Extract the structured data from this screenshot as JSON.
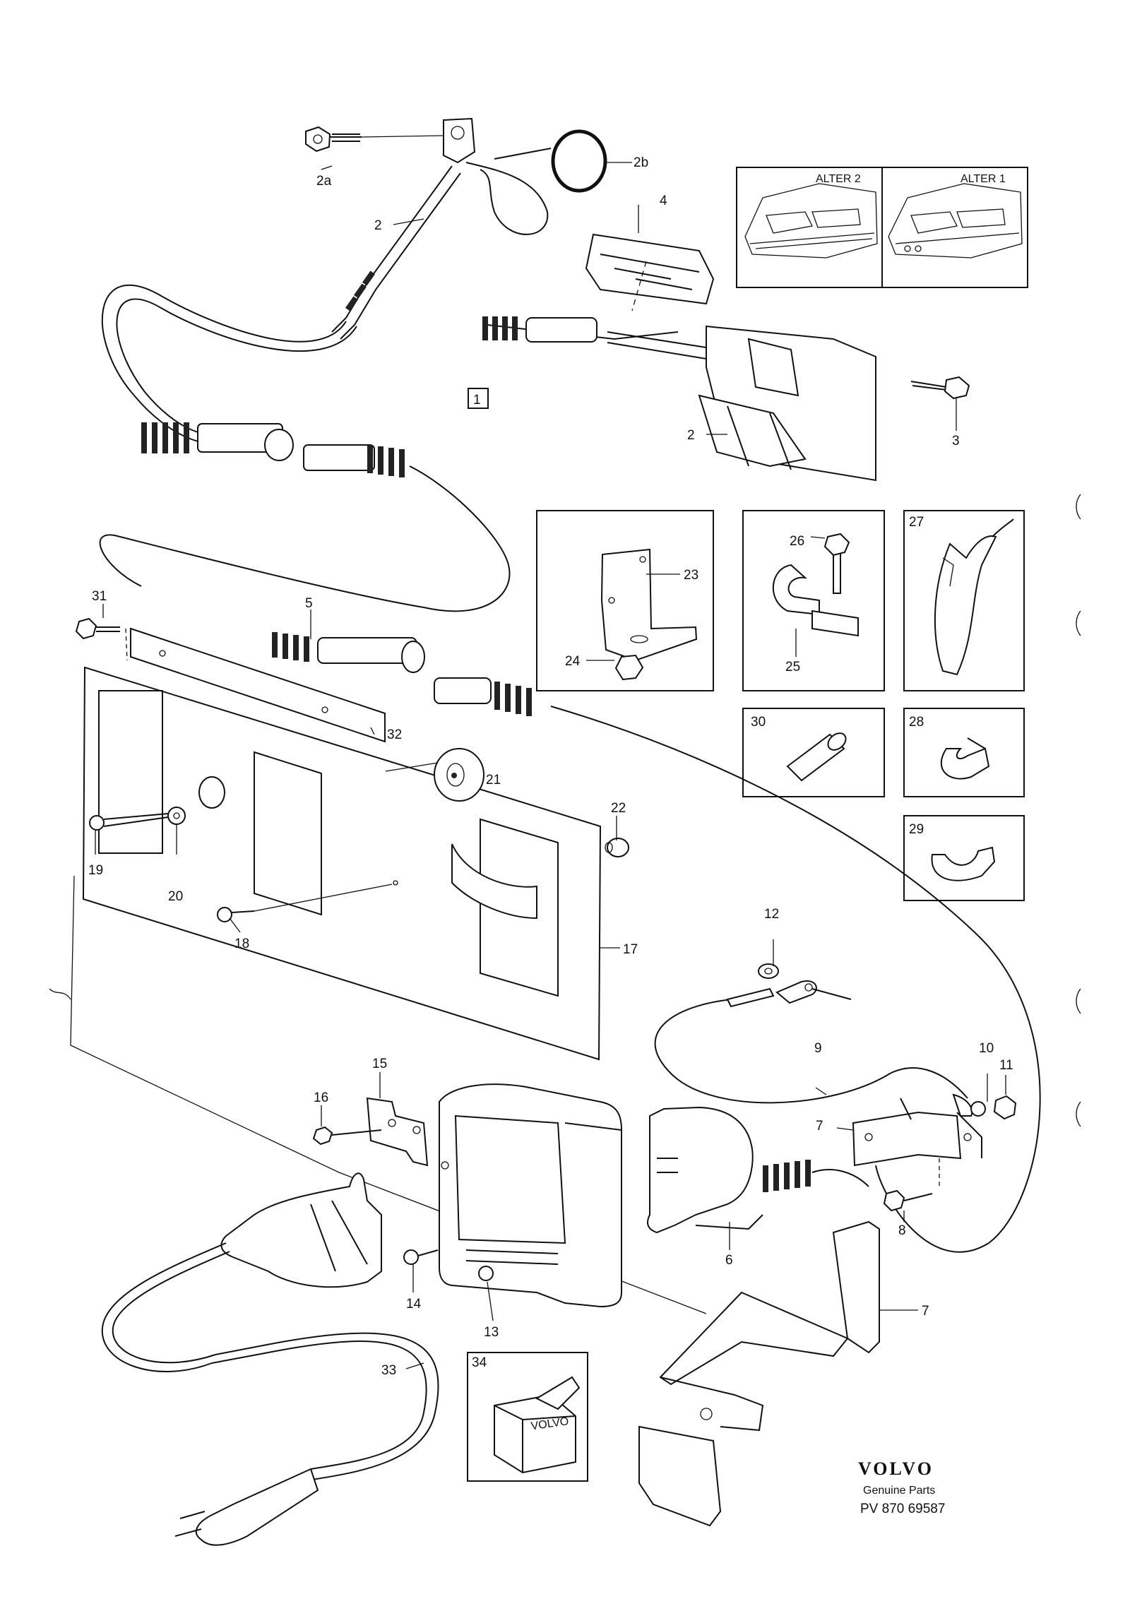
{
  "callouts": {
    "c2a": "2a",
    "c2b": "2b",
    "c2_top": "2",
    "c2_right": "2",
    "c3": "3",
    "c4": "4",
    "c5": "5",
    "c6": "6",
    "c7_top": "7",
    "c7_bottom": "7",
    "c8": "8",
    "c9": "9",
    "c10": "10",
    "c11": "11",
    "c12": "12",
    "c13": "13",
    "c14": "14",
    "c15": "15",
    "c16": "16",
    "c17": "17",
    "c18": "18",
    "c19": "19",
    "c20": "20",
    "c21": "21",
    "c22": "22",
    "c23": "23",
    "c24": "24",
    "c25": "25",
    "c26": "26",
    "c27": "27",
    "c28": "28",
    "c29": "29",
    "c30": "30",
    "c31": "31",
    "c32": "32",
    "c33": "33",
    "c34": "34"
  },
  "group_marker": "1",
  "alternatives": {
    "alter2": "ALTER 2",
    "alter1": "ALTER 1"
  },
  "branding": {
    "brand": "VOLVO",
    "line1": "Genuine Parts",
    "part_number": "PV 870 69587",
    "box_print": "VOLVO"
  }
}
